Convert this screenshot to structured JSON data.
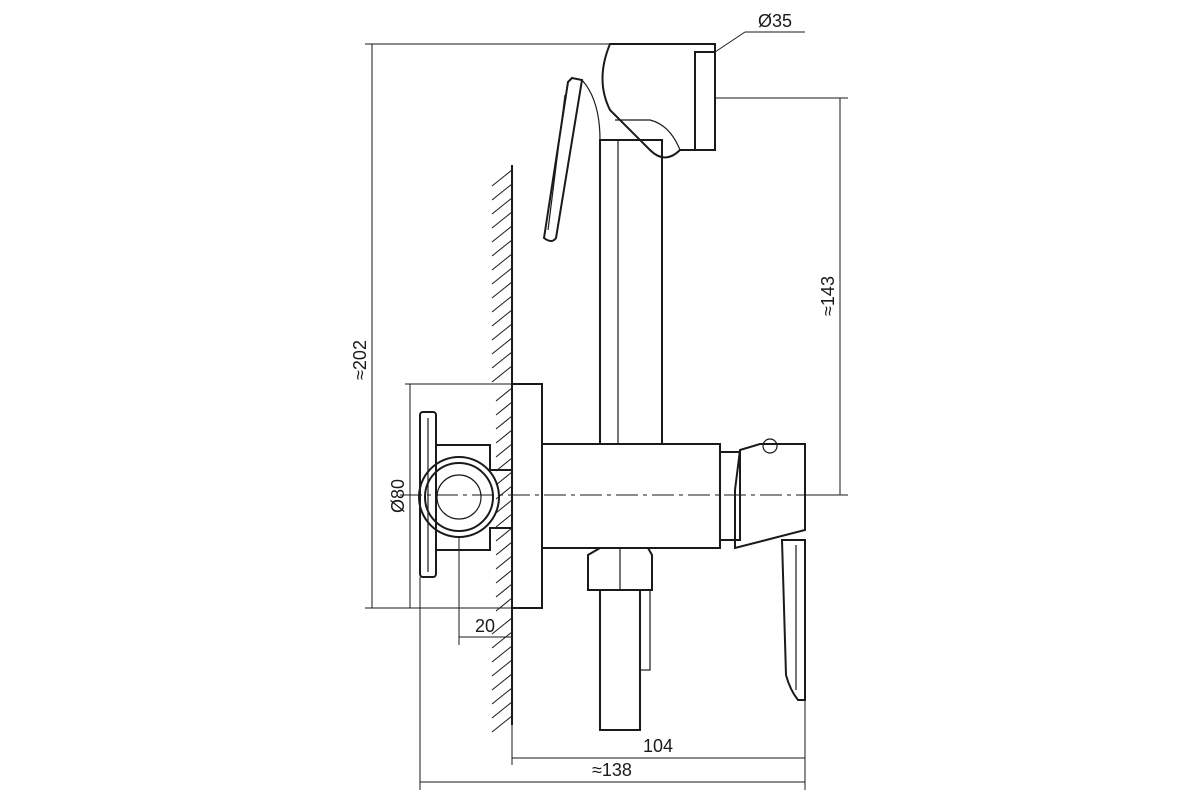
{
  "drawing": {
    "dimensions": {
      "handle_diameter": "Ø35",
      "total_height": "≈202",
      "handle_height": "≈143",
      "plate_diameter": "Ø80",
      "wall_offset": "20",
      "projection": "104",
      "total_depth": "≈138"
    }
  }
}
